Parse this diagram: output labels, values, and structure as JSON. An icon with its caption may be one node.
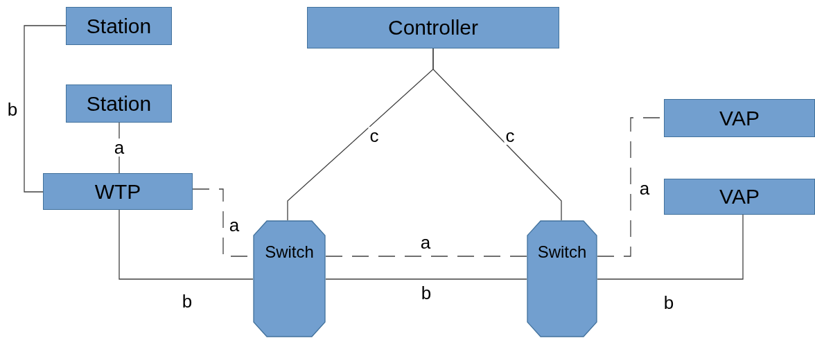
{
  "diagram": {
    "nodes": [
      {
        "text": [
          "Station"
        ]
      },
      {
        "text": [
          "Station"
        ]
      },
      {
        "text": [
          "WTP"
        ]
      },
      {
        "text": [
          "Controller"
        ]
      },
      {
        "text": [
          "Switch"
        ]
      },
      {
        "text": [
          "Switch"
        ]
      },
      {
        "text": [
          "VAP"
        ]
      },
      {
        "text": [
          "VAP"
        ]
      }
    ],
    "edges": [
      {
        "from": 0,
        "to": 2,
        "arrow": "none",
        "label": "b"
      },
      {
        "from": 1,
        "to": 2,
        "arrow": "none",
        "label": "a"
      },
      {
        "from": 2,
        "to": 4,
        "arrow": "none",
        "label": "a",
        "style": "dashed"
      },
      {
        "from": 2,
        "to": 4,
        "arrow": "none",
        "label": "b"
      },
      {
        "from": 3,
        "to": 4,
        "arrow": "none",
        "label": "c"
      },
      {
        "from": 3,
        "to": 5,
        "arrow": "none",
        "label": "c"
      },
      {
        "from": 4,
        "to": 5,
        "arrow": "none",
        "label": "a",
        "style": "dashed"
      },
      {
        "from": 4,
        "to": 5,
        "arrow": "none",
        "label": "b"
      },
      {
        "from": 5,
        "to": 6,
        "arrow": "none",
        "label": "a",
        "style": "dashed"
      },
      {
        "from": 5,
        "to": 7,
        "arrow": "none",
        "label": "b"
      }
    ]
  }
}
